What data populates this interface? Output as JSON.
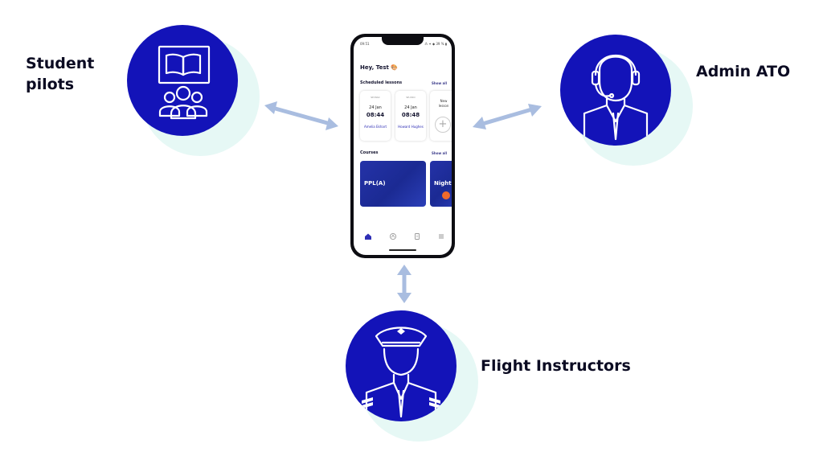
{
  "roles": {
    "student": {
      "label": "Student pilots",
      "icon": "book-and-students-icon"
    },
    "admin": {
      "label": "Admin ATO",
      "icon": "headset-operator-icon"
    },
    "instructor": {
      "label": "Flight Instructors",
      "icon": "pilot-with-cap-icon"
    }
  },
  "colors": {
    "disc": "#1313b8",
    "halo": "#e6f8f5",
    "arrow": "#a9bde0",
    "label": "#0b0b22"
  },
  "phone": {
    "status_time": "09:51",
    "status_right": "⁂ ✦ ◆ 39 % ▮",
    "greeting": "Hey, Test 🎨",
    "scheduled": {
      "title": "Scheduled lessons",
      "show_all": "Show all",
      "lessons": [
        {
          "code": "SP-MAC",
          "date": "24 Jan",
          "time": "08:44",
          "name": "Amelia Ekhart"
        },
        {
          "code": "SP-VOO",
          "date": "24 Jan",
          "time": "08:48",
          "name": "Howard Hughes"
        }
      ],
      "new_lesson": "New lesson"
    },
    "courses": {
      "title": "Courses",
      "show_all": "Show all",
      "items": [
        {
          "label": "PPL(A)"
        },
        {
          "label": "Night V"
        }
      ]
    },
    "nav": [
      "home-icon",
      "flight-icon",
      "document-icon",
      "menu-icon"
    ]
  }
}
